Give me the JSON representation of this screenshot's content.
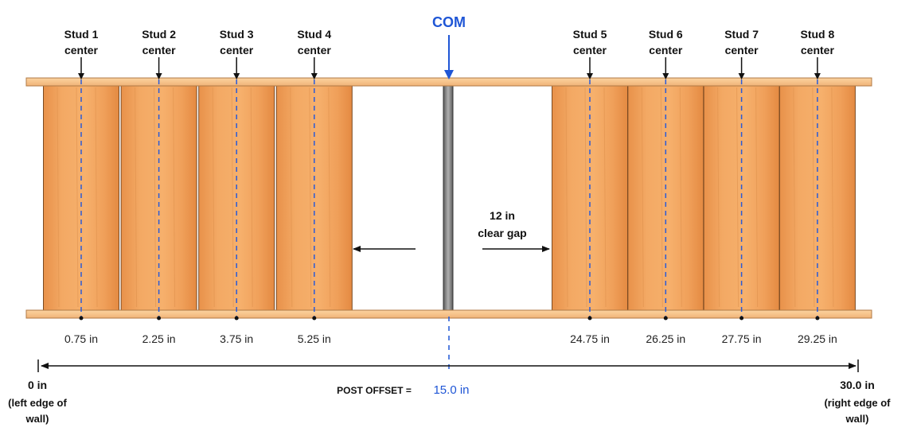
{
  "com_label": "COM",
  "gap_label": [
    "12 in",
    "clear gap"
  ],
  "studs": [
    {
      "name": "Stud 1",
      "sub": "center",
      "x_in": 0.75,
      "dim": "0.75 in"
    },
    {
      "name": "Stud 2",
      "sub": "center",
      "x_in": 2.25,
      "dim": "2.25 in"
    },
    {
      "name": "Stud 3",
      "sub": "center",
      "x_in": 3.75,
      "dim": "3.75 in"
    },
    {
      "name": "Stud 4",
      "sub": "center",
      "x_in": 5.25,
      "dim": "5.25 in"
    },
    {
      "name": "Stud 5",
      "sub": "center",
      "x_in": 24.75,
      "dim": "24.75 in"
    },
    {
      "name": "Stud 6",
      "sub": "center",
      "x_in": 26.25,
      "dim": "26.25 in"
    },
    {
      "name": "Stud 7",
      "sub": "center",
      "x_in": 27.75,
      "dim": "27.75 in"
    },
    {
      "name": "Stud 8",
      "sub": "center",
      "x_in": 29.25,
      "dim": "29.25 in"
    }
  ],
  "post_offset": {
    "label": "POST OFFSET =",
    "value": "15.0 in"
  },
  "left_end": {
    "value": "0 in",
    "desc": [
      "(left edge of",
      "wall)"
    ]
  },
  "right_end": {
    "value": "30.0 in",
    "desc": [
      "(right edge of",
      "wall)"
    ]
  },
  "colors": {
    "stud_wood": "#f0a35e",
    "plate_wood": "#f7c48c",
    "centerline": "#2a5bd7",
    "com_blue": "#1f56d6",
    "post_metal": "#8c8c8c",
    "line": "#111111"
  }
}
